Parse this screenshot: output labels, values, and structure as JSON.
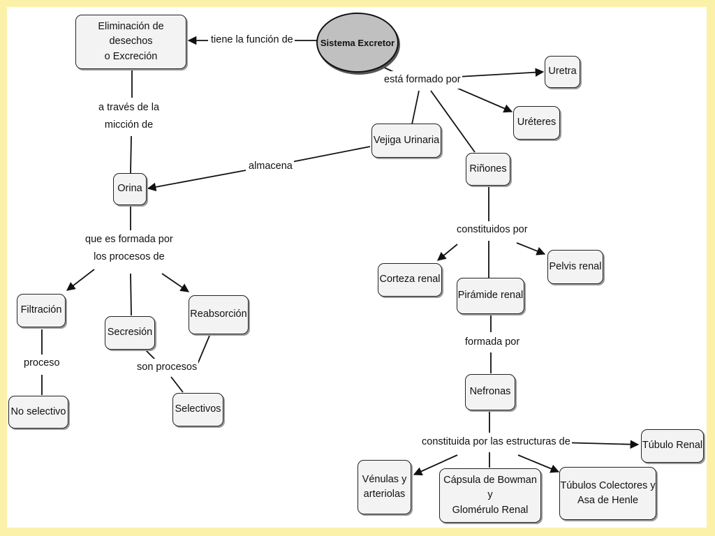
{
  "root": {
    "label": "Sistema Excretor"
  },
  "nodes": {
    "eliminacion": "Eliminación de desechos\no Excreción",
    "uretra": "Uretra",
    "ureteres": "Uréteres",
    "vejiga": "Vejiga Urinaria",
    "rinones": "Riñones",
    "orina": "Orina",
    "filtracion": "Filtración",
    "secresion": "Secresión",
    "reabsorcion": "Reabsorción",
    "no_selectivo": "No selectivo",
    "selectivos": "Selectivos",
    "corteza": "Corteza renal",
    "piramide": "Pirámide renal",
    "pelvis": "Pelvis renal",
    "nefronas": "Nefronas",
    "tubulo_renal": "Túbulo Renal",
    "venulas": "Vénulas y\narteriolas",
    "capsula": "Cápsula de Bowman y\nGlomérulo Renal",
    "tubulos_colectores": "Túbulos Colectores y\nAsa de Henle"
  },
  "links": {
    "tiene_funcion": "tiene la función de",
    "esta_formado": "está formado por",
    "a_traves": "a través de la\nmicción de",
    "almacena": "almacena",
    "constituidos": "constituidos por",
    "que_es_formada": "que es formada por\nlos procesos de",
    "proceso": "proceso",
    "son_procesos": "son procesos",
    "formada_por": "formada por",
    "constituida": "constituida por las estructuras de"
  }
}
